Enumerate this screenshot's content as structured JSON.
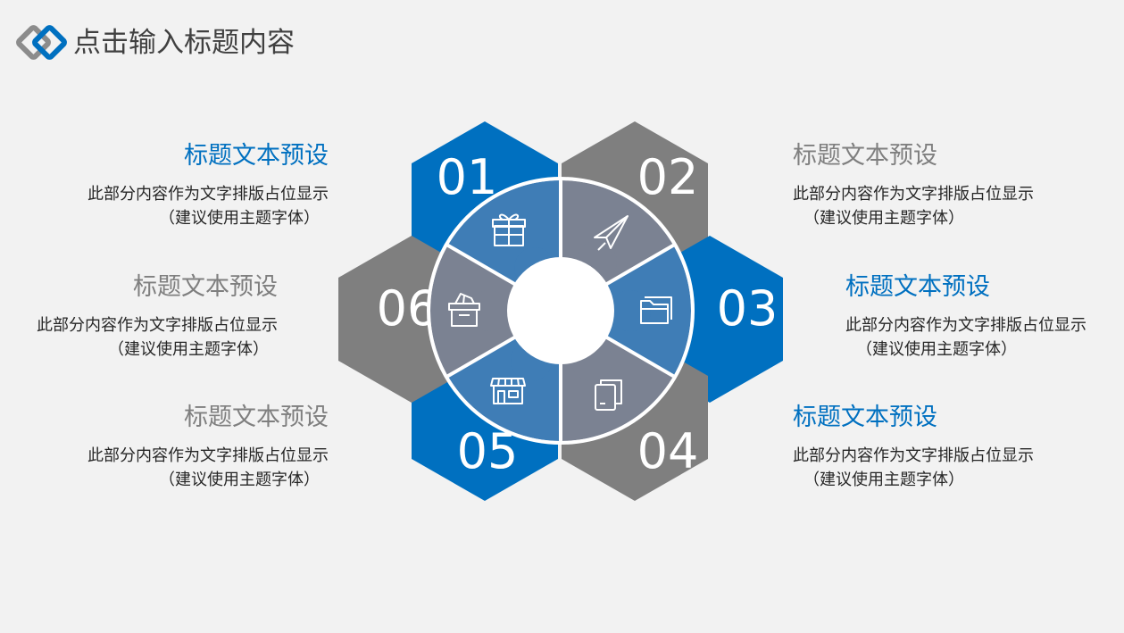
{
  "header": {
    "title": "点击输入标题内容"
  },
  "colors": {
    "blue": "#0070c0",
    "gray": "#7f7f7f",
    "inner_blue": "#3f7db6",
    "inner_gray": "#7b8292",
    "background": "#f2f2f2"
  },
  "segments": [
    {
      "number": "01",
      "title": "标题文本预设",
      "desc_line1": "此部分内容作为文字排版占位显示",
      "desc_line2": "（建议使用主题字体）",
      "icon": "gift-icon",
      "color": "blue"
    },
    {
      "number": "02",
      "title": "标题文本预设",
      "desc_line1": "此部分内容作为文字排版占位显示",
      "desc_line2": "（建议使用主题字体）",
      "icon": "paper-plane-icon",
      "color": "gray"
    },
    {
      "number": "03",
      "title": "标题文本预设",
      "desc_line1": "此部分内容作为文字排版占位显示",
      "desc_line2": "（建议使用主题字体）",
      "icon": "folder-icon",
      "color": "blue"
    },
    {
      "number": "04",
      "title": "标题文本预设",
      "desc_line1": "此部分内容作为文字排版占位显示",
      "desc_line2": "（建议使用主题字体）",
      "icon": "document-icon",
      "color": "gray"
    },
    {
      "number": "05",
      "title": "标题文本预设",
      "desc_line1": "此部分内容作为文字排版占位显示",
      "desc_line2": "（建议使用主题字体）",
      "icon": "store-icon",
      "color": "blue"
    },
    {
      "number": "06",
      "title": "标题文本预设",
      "desc_line1": "此部分内容作为文字排版占位显示",
      "desc_line2": "（建议使用主题字体）",
      "icon": "box-icon",
      "color": "gray"
    }
  ]
}
